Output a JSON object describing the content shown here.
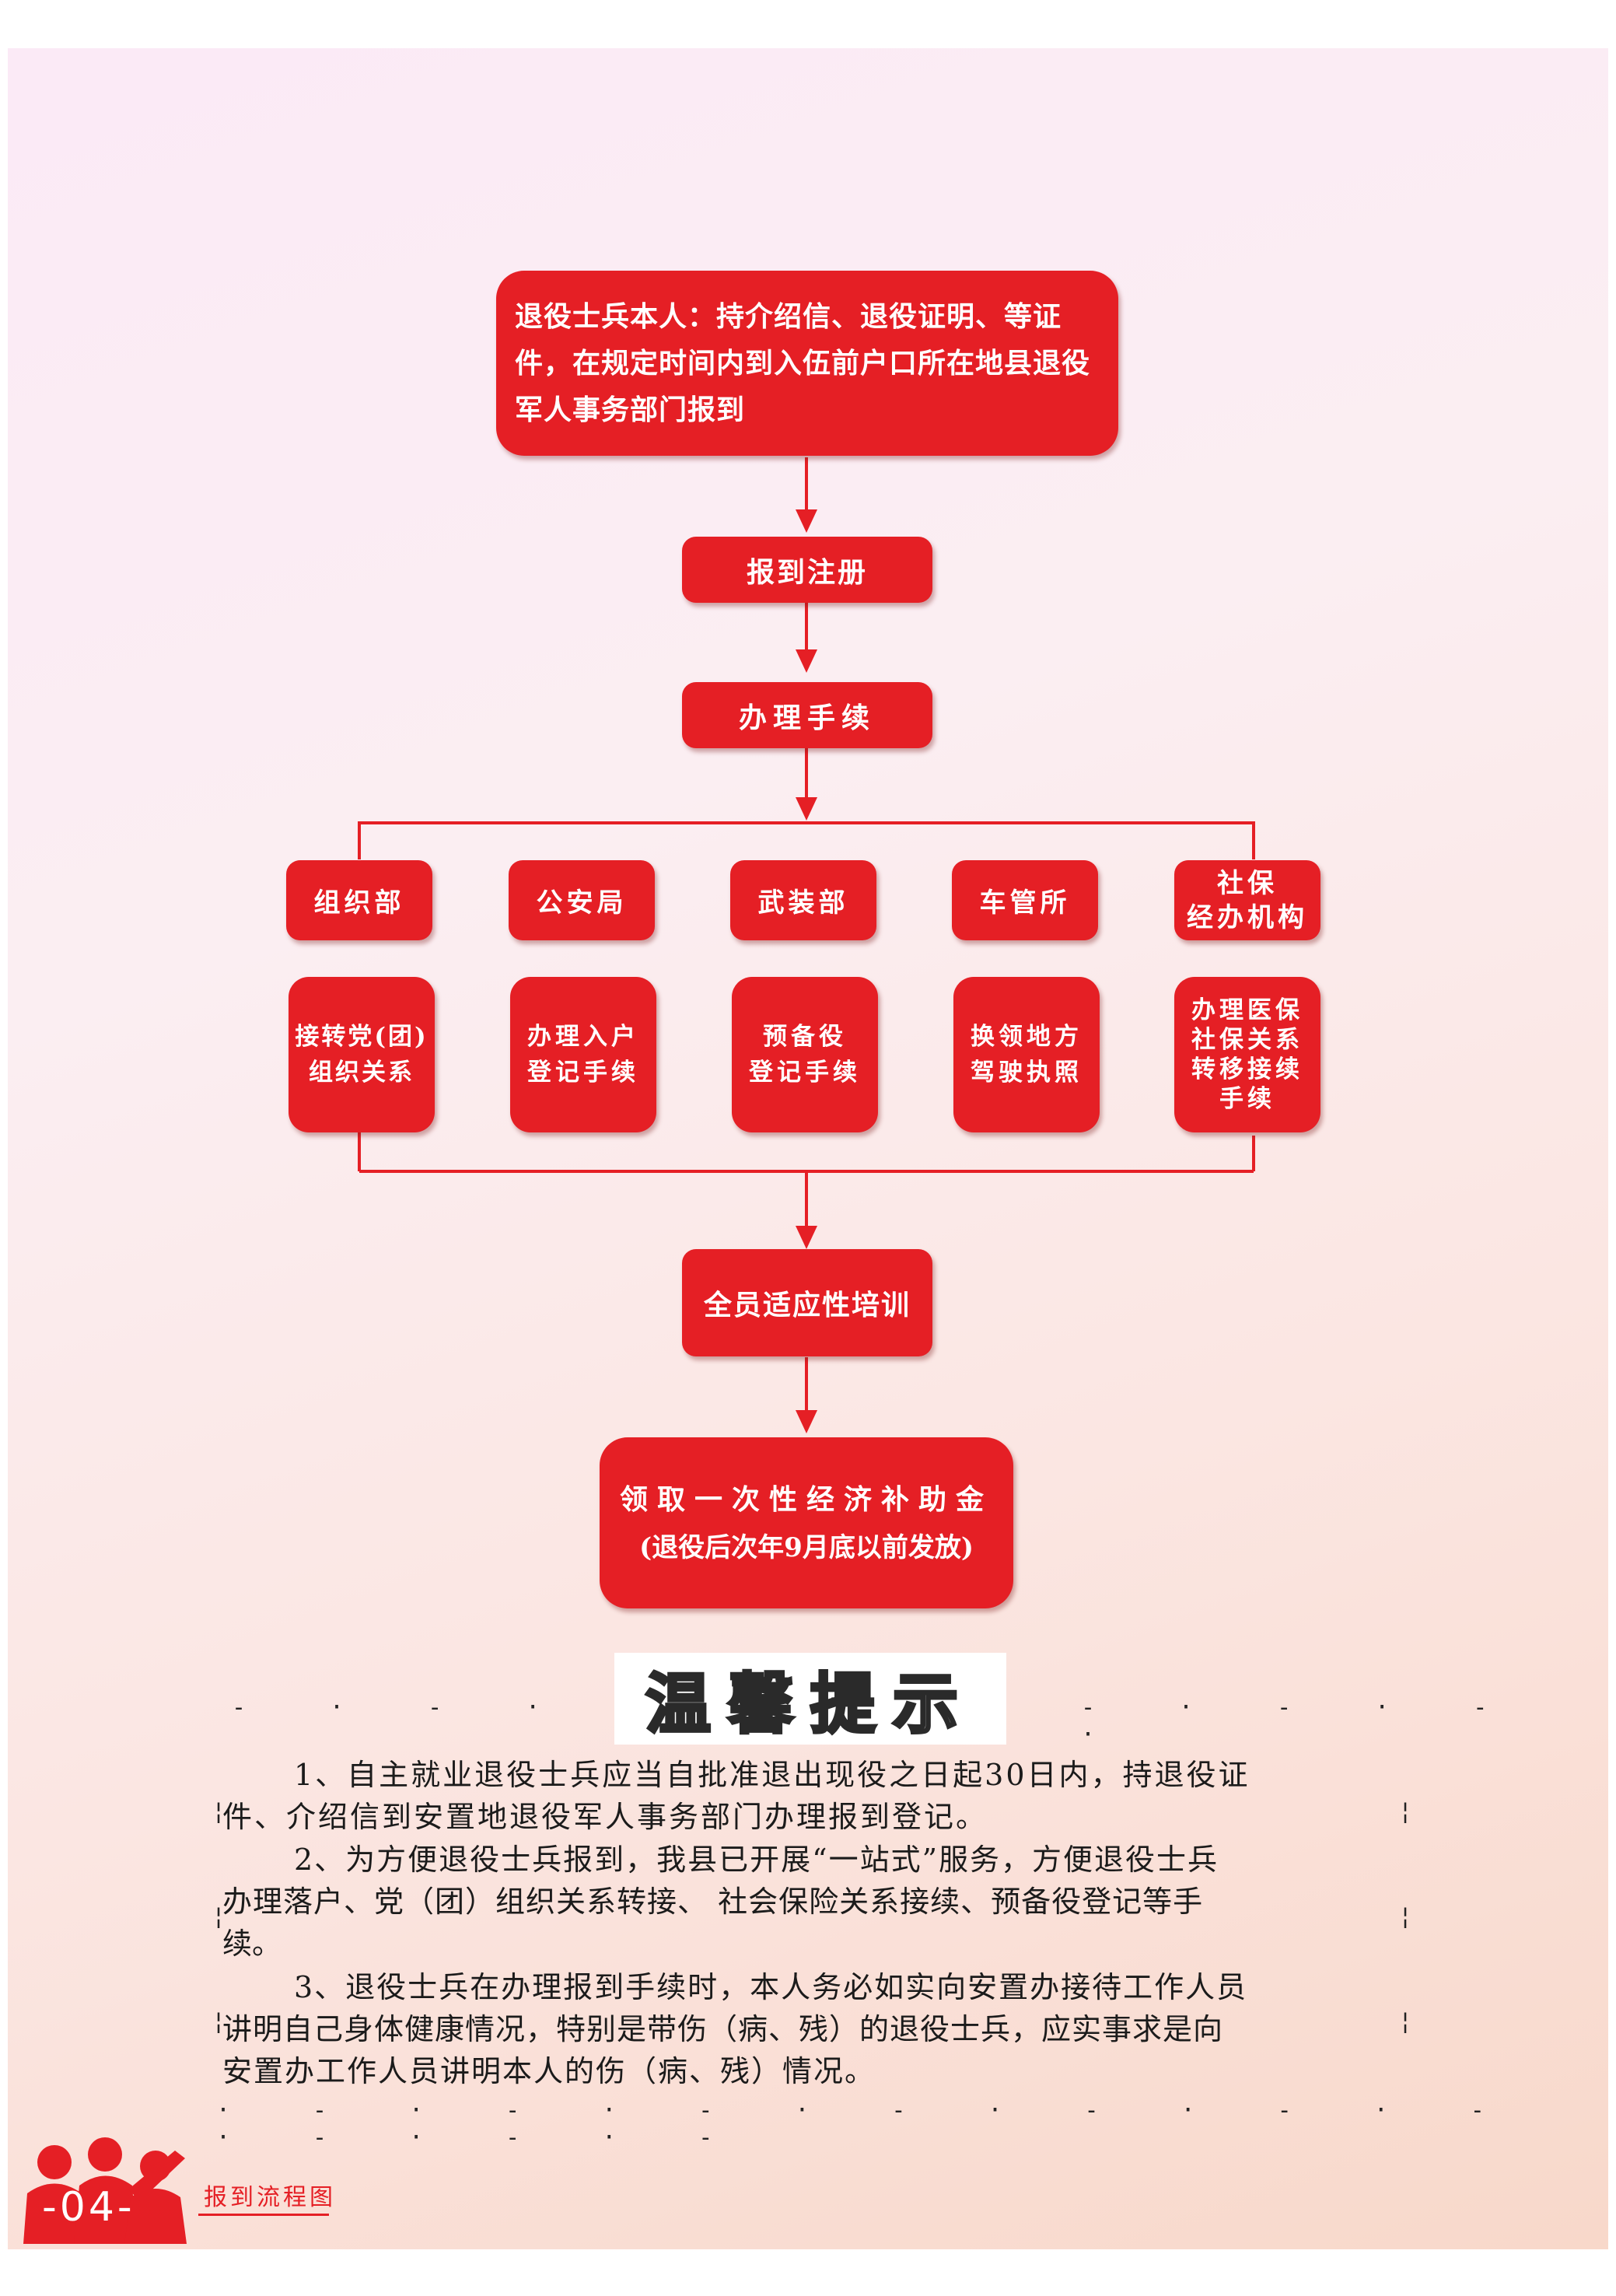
{
  "flow": {
    "top": "退役士兵本人：持介绍信、退役证明、等证件，在规定时间内到入伍前户口所在地县退役军人事务部门报到",
    "register": "报到注册",
    "procedures": "办理手续",
    "departments": [
      {
        "name": "组织部",
        "task": "接转党(团)\n组织关系"
      },
      {
        "name": "公安局",
        "task": "办理入户\n登记手续"
      },
      {
        "name": "武装部",
        "task": "预备役\n登记手续"
      },
      {
        "name": "车管所",
        "task": "换领地方\n驾驶执照"
      },
      {
        "name": "社保\n经办机构",
        "task": "办理医保\n社保关系\n转移接续\n手续"
      }
    ],
    "training": "全员适应性培训",
    "subsidy": "领取一次性经济补助金",
    "subsidy_note": "(退役后次年9月底以前发放)"
  },
  "tips": {
    "title": "温馨提示",
    "p1_line1": "1、自主就业退役士兵应当自批准退出现役之日起30日内，持退役证",
    "p1_line2": "件、介绍信到安置地退役军人事务部门办理报到登记。",
    "p2_line1": "2、为方便退役士兵报到，我县已开展“一站式”服务，方便退役士兵",
    "p2_line2": "办理落户、党（团）组织关系转接、 社会保险关系接续、预备役登记等手",
    "p2_line3": "续。",
    "p3_line1": "3、退役士兵在办理报到手续时，本人务必如实向安置办接待工作人员",
    "p3_line2": "讲明自己身体健康情况，特别是带伤（病、残）的退役士兵，应实事求是向",
    "p3_line3": "安置办工作人员讲明本人的伤（病、残）情况。"
  },
  "footer": {
    "page_number": "-04-",
    "section": "报到流程图"
  },
  "colors": {
    "box": "#e51f25",
    "page_number": "#e51f25"
  }
}
